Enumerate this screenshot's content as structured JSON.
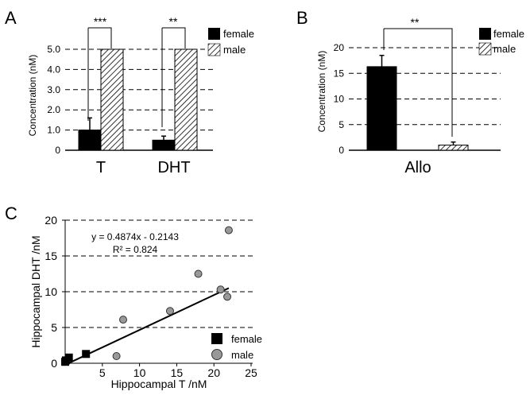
{
  "chart_data": [
    {
      "panel": "A",
      "type": "bar",
      "categories": [
        "T",
        "DHT"
      ],
      "series": [
        {
          "name": "female",
          "values": [
            1.0,
            0.5
          ],
          "errors": [
            0.6,
            0.2
          ],
          "fill": "#000000"
        },
        {
          "name": "male",
          "values": [
            5.0,
            5.0
          ],
          "errors": [
            0,
            0
          ],
          "fill": "hatch"
        }
      ],
      "ylabel": "Concentration (nM)",
      "ylim": [
        0,
        5.0
      ],
      "yticks": [
        "0",
        "1.0",
        "2.0",
        "3.0",
        "4.0",
        "5.0"
      ],
      "ytick_values": [
        0,
        1,
        2,
        3,
        4,
        5
      ],
      "grid": "horizontal-dashed",
      "legend": "top-right",
      "significance": [
        "***",
        "**"
      ]
    },
    {
      "panel": "B",
      "type": "bar",
      "categories": [
        "Allo"
      ],
      "series": [
        {
          "name": "female",
          "values": [
            16.3
          ],
          "errors": [
            2.2
          ],
          "fill": "#000000"
        },
        {
          "name": "male",
          "values": [
            1.0
          ],
          "errors": [
            0.6
          ],
          "fill": "hatch"
        }
      ],
      "ylabel": "Concentration (nM)",
      "ylim": [
        0,
        20
      ],
      "yticks": [
        "0",
        "5",
        "10",
        "15",
        "20"
      ],
      "ytick_values": [
        0,
        5,
        10,
        15,
        20
      ],
      "grid": "horizontal-dashed",
      "legend": "top-right",
      "significance": [
        "**"
      ]
    },
    {
      "panel": "C",
      "type": "scatter",
      "xlabel": "Hippocampal T /nM",
      "ylabel": "Hippocampal DHT /nM",
      "xlim": [
        0,
        25
      ],
      "ylim": [
        0,
        20
      ],
      "xticks": [
        "5",
        "10",
        "15",
        "20",
        "25"
      ],
      "xtick_values": [
        5,
        10,
        15,
        20,
        25
      ],
      "yticks": [
        "0",
        "5",
        "10",
        "15",
        "20"
      ],
      "ytick_values": [
        0,
        5,
        10,
        15,
        20
      ],
      "grid": "horizontal-dashed",
      "legend": "bottom-right",
      "series": [
        {
          "name": "female",
          "marker": "square",
          "color": "#000000",
          "x": [
            0.0,
            0.1,
            0.5,
            2.8
          ],
          "y": [
            0.2,
            0.4,
            0.8,
            1.3
          ]
        },
        {
          "name": "male",
          "marker": "circle",
          "color": "#999999",
          "x": [
            6.9,
            7.8,
            14.1,
            17.9,
            20.9,
            21.8,
            22.0
          ],
          "y": [
            1.0,
            6.1,
            7.3,
            12.5,
            10.3,
            9.3,
            18.6
          ]
        }
      ],
      "trendline": {
        "slope": 0.4874,
        "intercept": -0.2143,
        "x_range": [
          0,
          22
        ]
      },
      "annotations": [
        "y = 0.4874x - 0.2143",
        "R² = 0.824"
      ]
    }
  ],
  "panel_labels": [
    "A",
    "B",
    "C"
  ],
  "colors": {
    "female": "#000000",
    "male_marker": "#999999",
    "grid": "#000000"
  }
}
